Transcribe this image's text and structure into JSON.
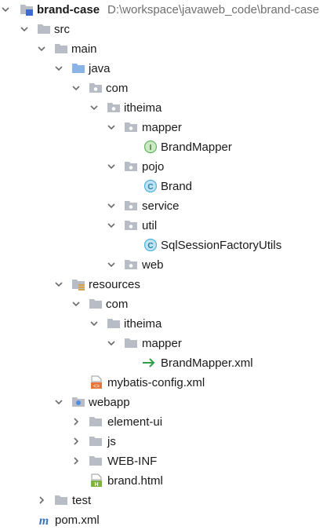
{
  "project": {
    "name": "brand-case",
    "path": "D:\\workspace\\javaweb_code\\brand-case"
  },
  "rows": [
    {
      "id": "root",
      "label": "brand-case",
      "icon": "module-folder-icon",
      "expanded": true
    },
    {
      "id": "src",
      "label": "src",
      "icon": "folder-icon",
      "expanded": true
    },
    {
      "id": "main",
      "label": "main",
      "icon": "folder-icon",
      "expanded": true
    },
    {
      "id": "java",
      "label": "java",
      "icon": "source-root-icon",
      "expanded": true
    },
    {
      "id": "com",
      "label": "com",
      "icon": "package-icon",
      "expanded": true
    },
    {
      "id": "itheima",
      "label": "itheima",
      "icon": "package-icon",
      "expanded": true
    },
    {
      "id": "mapper",
      "label": "mapper",
      "icon": "package-icon",
      "expanded": true
    },
    {
      "id": "brandmapper",
      "label": "BrandMapper",
      "icon": "interface-icon"
    },
    {
      "id": "pojo",
      "label": "pojo",
      "icon": "package-icon",
      "expanded": true
    },
    {
      "id": "brand",
      "label": "Brand",
      "icon": "class-icon"
    },
    {
      "id": "service",
      "label": "service",
      "icon": "package-icon",
      "expanded": true
    },
    {
      "id": "util",
      "label": "util",
      "icon": "package-icon",
      "expanded": true
    },
    {
      "id": "sqlsession",
      "label": "SqlSessionFactoryUtils",
      "icon": "class-icon"
    },
    {
      "id": "web",
      "label": "web",
      "icon": "package-icon",
      "expanded": true
    },
    {
      "id": "resources",
      "label": "resources",
      "icon": "resources-root-icon",
      "expanded": true
    },
    {
      "id": "res-com",
      "label": "com",
      "icon": "folder-icon",
      "expanded": true
    },
    {
      "id": "res-itheima",
      "label": "itheima",
      "icon": "folder-icon",
      "expanded": true
    },
    {
      "id": "res-mapper",
      "label": "mapper",
      "icon": "folder-icon",
      "expanded": true
    },
    {
      "id": "brandmapper-xml",
      "label": "BrandMapper.xml",
      "icon": "mapper-xml-arrow-icon"
    },
    {
      "id": "mybatis-config",
      "label": "mybatis-config.xml",
      "icon": "xml-file-icon"
    },
    {
      "id": "webapp",
      "label": "webapp",
      "icon": "web-folder-icon",
      "expanded": true
    },
    {
      "id": "element-ui",
      "label": "element-ui",
      "icon": "folder-icon",
      "expanded": false
    },
    {
      "id": "js",
      "label": "js",
      "icon": "folder-icon",
      "expanded": false
    },
    {
      "id": "web-inf",
      "label": "WEB-INF",
      "icon": "folder-icon",
      "expanded": false
    },
    {
      "id": "brand-html",
      "label": "brand.html",
      "icon": "html-file-icon"
    },
    {
      "id": "test",
      "label": "test",
      "icon": "folder-icon",
      "expanded": false
    },
    {
      "id": "pom",
      "label": "pom.xml",
      "icon": "maven-icon"
    }
  ],
  "colors": {
    "folder": "#b7bcc5",
    "source_root": "#8ab4e6",
    "class": "#4fb3d9",
    "interface": "#5fb85f",
    "arrow": "#2e9e4a",
    "maven": "#3876c6",
    "chevron": "#6b6b6b"
  }
}
